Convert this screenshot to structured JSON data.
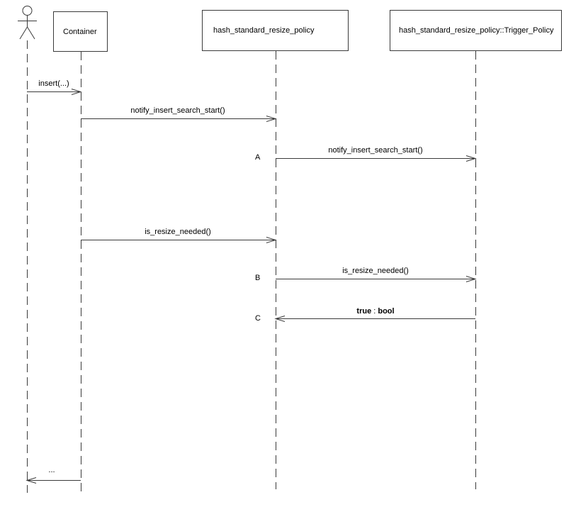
{
  "diagram": {
    "kind": "uml-sequence-diagram",
    "background_color": "#ffffff",
    "line_color": "#3a3a3a",
    "text_color": "#000000",
    "actor": {
      "role": "client"
    },
    "participants": [
      {
        "label": "Container"
      },
      {
        "label": "hash_standard_resize_policy"
      },
      {
        "label": "hash_standard_resize_policy::Trigger_Policy"
      }
    ],
    "messages": [
      {
        "label": "insert(...)",
        "from": "actor",
        "to": "Container",
        "direction": "right"
      },
      {
        "label": "notify_insert_search_start()",
        "from": "Container",
        "to": "hash_standard_resize_policy",
        "direction": "right"
      },
      {
        "marker": "A",
        "label": "notify_insert_search_start()",
        "from": "hash_standard_resize_policy",
        "to": "hash_standard_resize_policy::Trigger_Policy",
        "direction": "right"
      },
      {
        "label": "is_resize_needed()",
        "from": "Container",
        "to": "hash_standard_resize_policy",
        "direction": "right"
      },
      {
        "marker": "B",
        "label": "is_resize_needed()",
        "from": "hash_standard_resize_policy",
        "to": "hash_standard_resize_policy::Trigger_Policy",
        "direction": "right"
      },
      {
        "marker": "C",
        "return_value": "true",
        "separator": " : ",
        "return_type": "bool",
        "from": "hash_standard_resize_policy::Trigger_Policy",
        "to": "hash_standard_resize_policy",
        "direction": "left"
      },
      {
        "label": "...",
        "from": "Container",
        "to": "actor",
        "direction": "left"
      }
    ]
  }
}
